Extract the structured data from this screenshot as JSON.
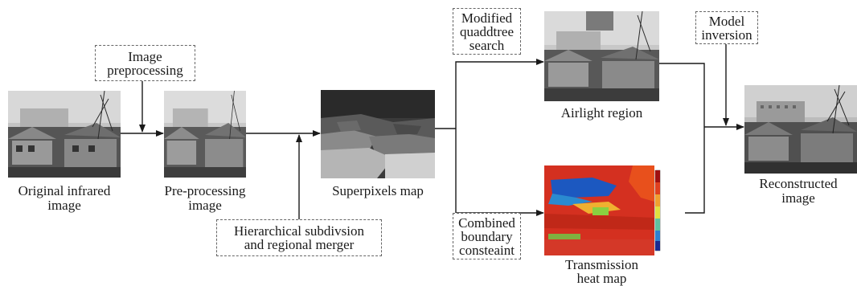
{
  "nodes": {
    "original": {
      "caption": "Original infrared\nimage"
    },
    "preprocessed": {
      "caption": "Pre-processing\nimage"
    },
    "superpixels": {
      "caption": "Superpixels map"
    },
    "airlight": {
      "caption": "Airlight region"
    },
    "transmission": {
      "caption": "Transmission\nheat map"
    },
    "reconstructed": {
      "caption": "Reconstructed\nimage"
    }
  },
  "operations": {
    "image_preprocessing": "Image\npreprocessing",
    "hierarchical": "Hierarchical subdivsion\nand regional merger",
    "quadtree": "Modified\nquaddtree\nsearch",
    "boundary": "Combined\nboundary\nconsteaint",
    "inversion": "Model\ninversion"
  },
  "colors": {
    "line": "#1a1a1a",
    "box_border": "#666666"
  }
}
